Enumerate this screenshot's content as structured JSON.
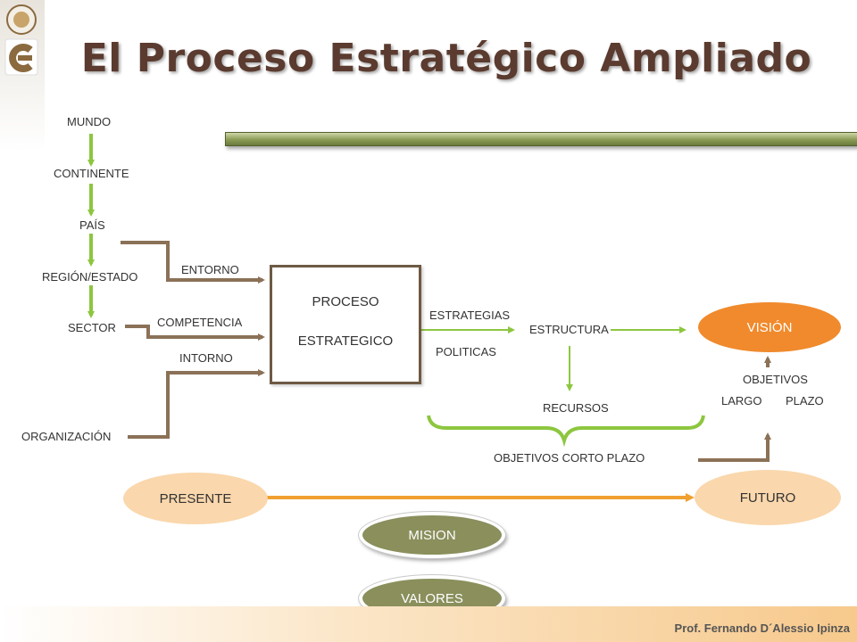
{
  "title": "El Proceso Estratégico Ampliado",
  "hierarchy": [
    "MUNDO",
    "CONTINENTE",
    "PAÍS",
    "REGIÓN/ESTADO",
    "SECTOR",
    "ORGANIZACIÓN"
  ],
  "inputs": {
    "entorno": "ENTORNO",
    "competencia": "COMPETENCIA",
    "intorno": "INTORNO"
  },
  "process": {
    "line1": "PROCESO",
    "line2": "ESTRATEGICO"
  },
  "outputs": {
    "estrategias": "ESTRATEGIAS",
    "politicas": "POLITICAS",
    "estructura": "ESTRUCTURA",
    "recursos": "RECURSOS"
  },
  "short_term": "OBJETIVOS CORTO PLAZO",
  "vision": "VISIÓN",
  "long_term": {
    "line1": "OBJETIVOS",
    "largo": "LARGO",
    "plazo": "PLAZO"
  },
  "timeline": {
    "present": "PRESENTE",
    "future": "FUTURO"
  },
  "foundations": {
    "mision": "MISION",
    "valores": "VALORES"
  },
  "footer": "Prof. Fernando D´Alessio Ipinza",
  "colors": {
    "green_arrow": "#8dc63f",
    "brown_arrow": "#8b7157",
    "orange_arrow": "#f0a030",
    "vision_fill": "#f08a2c",
    "timeline_fill": "#fad7ac",
    "pill_fill": "#8a8f5c",
    "title_color": "#5b3b2f"
  }
}
